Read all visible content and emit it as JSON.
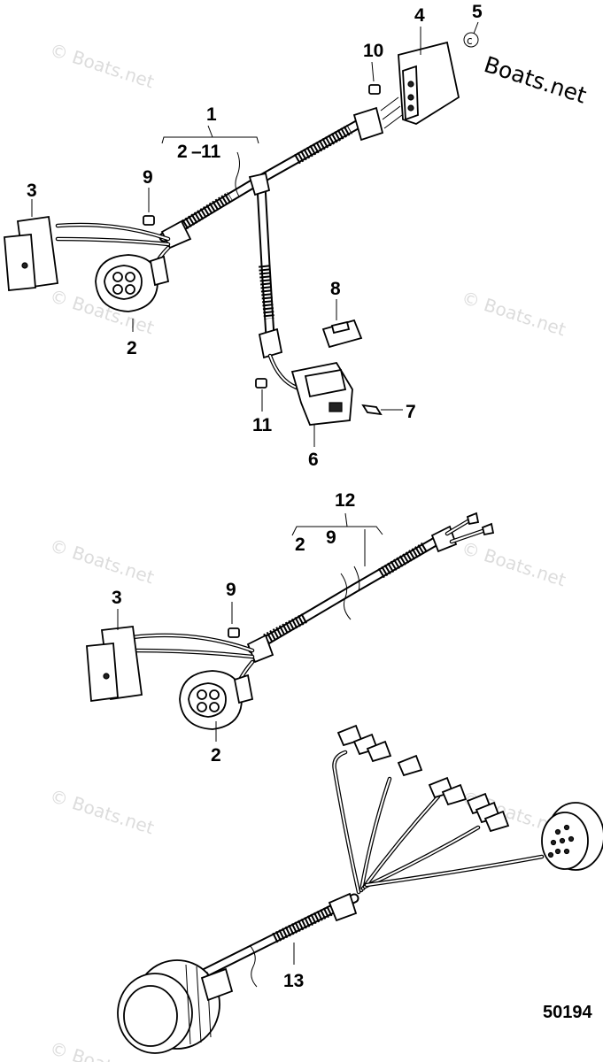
{
  "watermark": {
    "brand": "Boats.net",
    "faint": "© Boats.net"
  },
  "figure_number": "50194",
  "callouts": {
    "c1": "1",
    "c1_range_start": "2",
    "c1_range_end": "11",
    "c2_top": "2",
    "c3_top": "3",
    "c4": "4",
    "c5": "5",
    "c6": "6",
    "c7": "7",
    "c8": "8",
    "c9_top": "9",
    "c10": "10",
    "c11": "11",
    "c12": "12",
    "c12_range_start": "2",
    "c12_range_end": "9",
    "c3_mid": "3",
    "c9_mid": "9",
    "c2_mid": "2",
    "c13": "13"
  }
}
